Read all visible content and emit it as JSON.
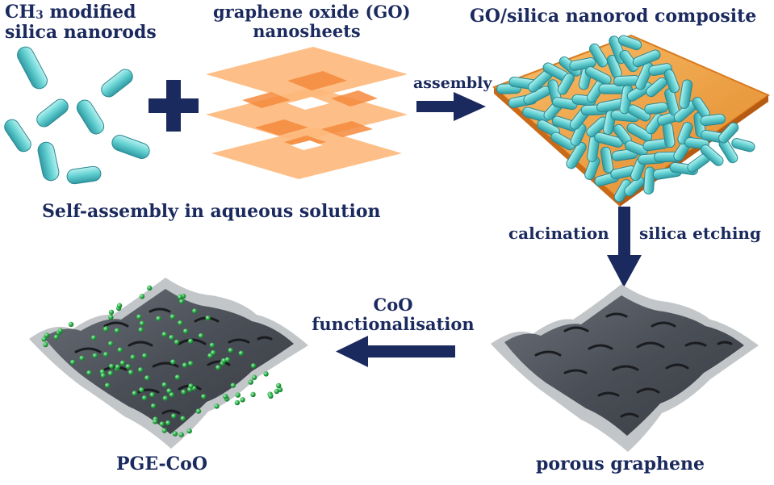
{
  "labels": {
    "silica_line1_main": "CH",
    "silica_line1_sub": "3",
    "silica_line1_rest": " modified",
    "silica_line2": "silica nanorods",
    "go_line1": "graphene oxide (GO)",
    "go_line2": "nanosheets",
    "composite": "GO/silica nanorod composite",
    "assembly": "assembly",
    "self_assembly": "Self-assembly in aqueous solution",
    "calcination": "calcination",
    "silica_etching": "silica etching",
    "coo_line1": "CoO",
    "coo_line2": "functionalisation",
    "pge_coo": "PGE-CoO",
    "porous_graphene": "porous graphene"
  },
  "colors": {
    "text": "#1b2a5e",
    "arrow": "#1b2a5e",
    "nanorod": "#67d3d3",
    "nanorod_dark": "#2f9aa3",
    "go_sheet": "#fdb87a",
    "go_overlap": "#f58a3c",
    "composite_base": "#f5a23c",
    "graphene_dark": "#4b4f57",
    "graphene_light": "#b7bcc0",
    "coo_particle": "#2fb24d"
  }
}
